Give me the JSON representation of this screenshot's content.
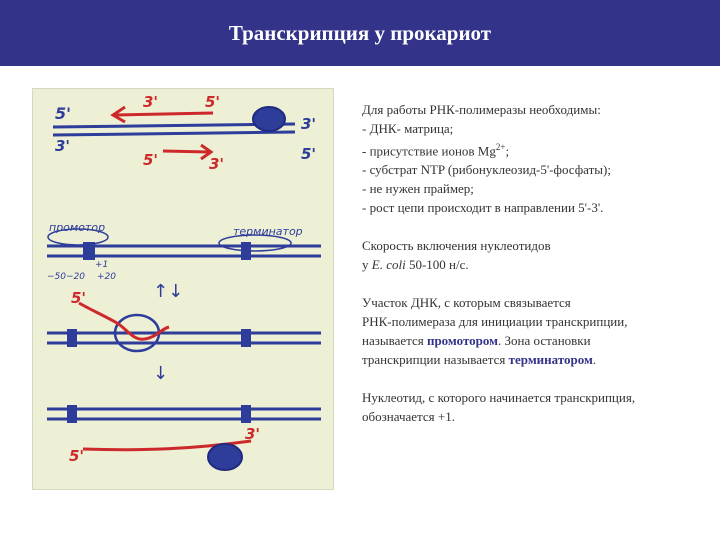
{
  "header": {
    "title": "Транскрипция у прокариот"
  },
  "colors": {
    "header_bg": "#33338a",
    "highlight": "#33338a",
    "dna_blue": "#2e3c9a",
    "rna_red": "#cc2a2a",
    "paper": "#eef0d6"
  },
  "sketch": {
    "top": {
      "label_5_left": "5'",
      "label_3_red": "3'",
      "label_5_red": "5'",
      "label_3_right": "3'",
      "label_3_left": "3'",
      "label_5_bottom": "5'",
      "label_3_bottom": "3'",
      "label_5_right": "5'"
    },
    "promoter_label": "промотор",
    "terminator_label": "терминатор",
    "pos_minus": "−50−20",
    "pos_plus": "+20",
    "pos_plus1": "+1",
    "arrows_updown": "↑↓",
    "arrow_down": "↓",
    "mid_5": "5'",
    "bottom_3": "3'",
    "bottom_5": "5'"
  },
  "content": {
    "req_intro": "Для работы РНК-полимеразы необходимы:",
    "req_1": "- ДНК- матрица;",
    "req_2_pre": "- присутствие ионов Mg",
    "req_2_sup": "2+",
    "req_2_post": ";",
    "req_3": "- субстрат NTP (рибонуклеозид-5'-фосфаты);",
    "req_4": "- не нужен праймер;",
    "req_5": "- рост цепи происходит в направлении 5'-3'.",
    "speed_1": "Скорость включения нуклеотидов",
    "speed_2_pre": "у ",
    "speed_2_italic": "E. coli",
    "speed_2_post": " 50-100 н/с.",
    "prom_1": "Участок ДНК, с которым связывается",
    "prom_2": "РНК-полимераза для инициации транскрипции,",
    "prom_3_pre": "называется ",
    "prom_3_hl": "промотором",
    "prom_3_post": ". Зона остановки",
    "prom_4_pre": "транскрипции называется ",
    "prom_4_hl": "терминатором",
    "prom_4_post": ".",
    "nuc_1": "Нуклеотид, с которого начинается транскрипция,",
    "nuc_2": "обозначается +1."
  }
}
